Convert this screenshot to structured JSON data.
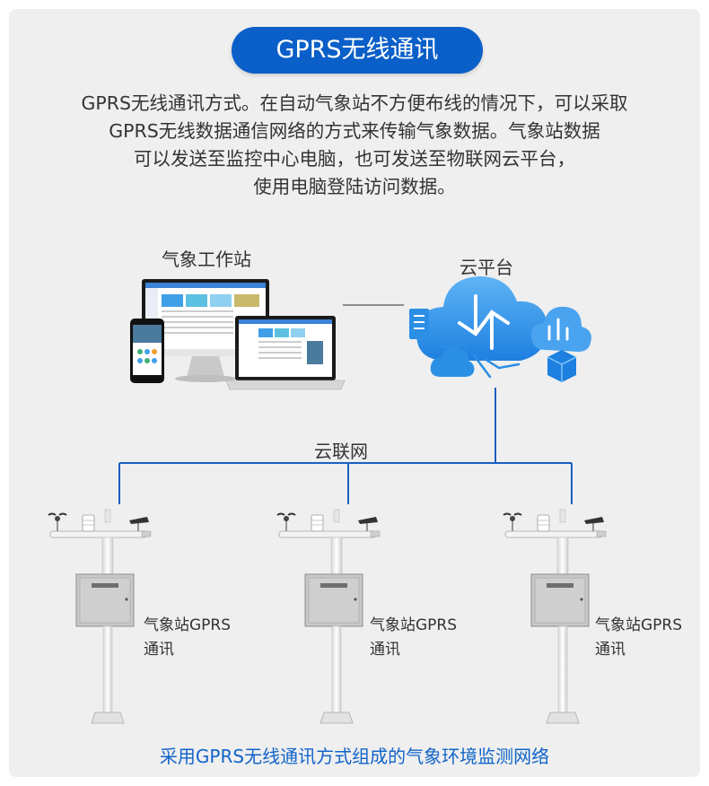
{
  "header": {
    "title": "GPRS无线通讯"
  },
  "intro": {
    "lines": [
      "GPRS无线通讯方式。在自动气象站不方便布线的情况下，可以采取",
      "GPRS无线数据通信网络的方式来传输气象数据。气象站数据",
      "可以发送至监控中心电脑，也可发送至物联网云平台，",
      "使用电脑登陆访问数据。"
    ]
  },
  "diagram": {
    "workstation_label": "气象工作站",
    "cloud_label": "云平台",
    "network_label": "云联网",
    "stations": [
      {
        "label_line1": "气象站GPRS",
        "label_line2": "通讯"
      },
      {
        "label_line1": "气象站GPRS",
        "label_line2": "通讯"
      },
      {
        "label_line1": "气象站GPRS",
        "label_line2": "通讯"
      }
    ]
  },
  "footer": {
    "caption": "采用GPRS无线通讯方式组成的气象环境监测网络"
  },
  "colors": {
    "accent": "#0a5fc8",
    "line": "#1a5fc0",
    "cloud": "#2b8fe6",
    "caption": "#1164c9"
  }
}
